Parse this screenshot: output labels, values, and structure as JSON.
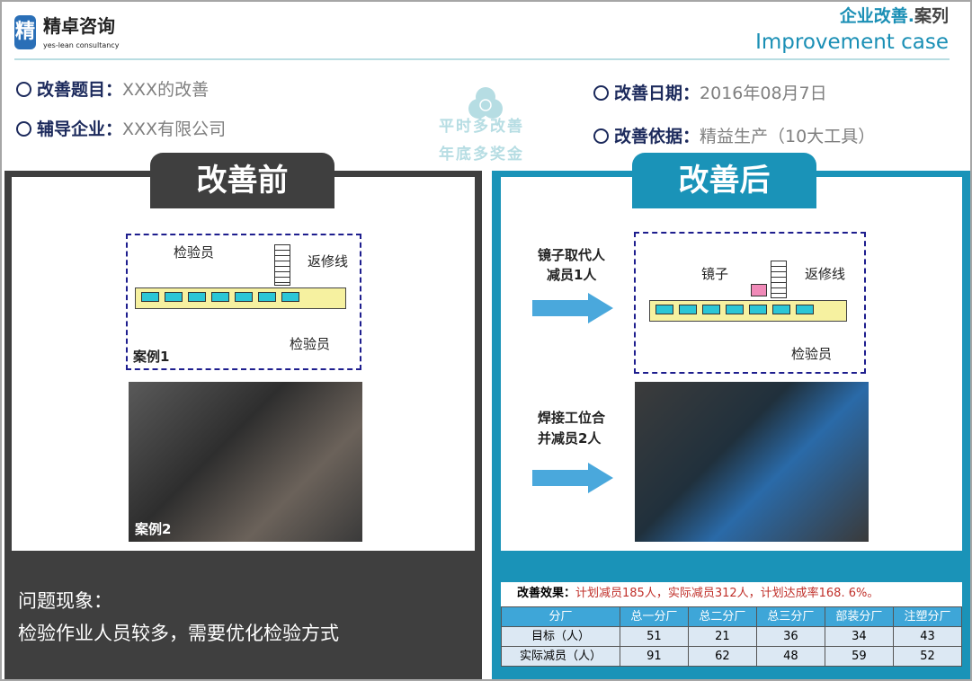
{
  "header": {
    "logo_char": "精",
    "company_cn": "精卓咨询",
    "company_en": "yes-lean consultancy",
    "case_cn_a": "企业改善.",
    "case_cn_b": "案列",
    "case_en": "Improvement case"
  },
  "info": {
    "topic_label": "改善题目：",
    "topic_value": "XXX的改善",
    "company_label": "辅导企业：",
    "company_value": "XXX有限公司",
    "date_label": "改善日期：",
    "date_value": "2016年08月7日",
    "basis_label": "改善依据：",
    "basis_value": "精益生产（10大工具）"
  },
  "watermark": {
    "line1": "平时多改善",
    "line2": "年底多奖金"
  },
  "before": {
    "tab": "改善前",
    "inspector1": "检验员",
    "rework": "返修线",
    "inspector2": "检验员",
    "case1": "案例1",
    "case2": "案例2",
    "problem_title": "问题现象：",
    "problem_text": "检验作业人员较多，需要优化检验方式"
  },
  "after": {
    "tab": "改善后",
    "note1a": "镜子取代人",
    "note1b": "减员1人",
    "note2a": "焊接工位合",
    "note2b": "并减员2人",
    "mirror": "镜子",
    "rework": "返修线",
    "inspector": "检验员"
  },
  "effect": {
    "label": "改善效果：",
    "text": "计划减员185人，实际减员312人，计划达成率168. 6%。",
    "headers": [
      "分厂",
      "总一分厂",
      "总二分厂",
      "总三分厂",
      "部装分厂",
      "注塑分厂"
    ],
    "rows": [
      [
        "目标（人）",
        "51",
        "21",
        "36",
        "34",
        "43"
      ],
      [
        "实际减员（人）",
        "91",
        "62",
        "48",
        "59",
        "52"
      ]
    ]
  },
  "colors": {
    "blue": "#1a93b8",
    "dark": "#3f3f3f",
    "navy": "#1c2a5c"
  }
}
